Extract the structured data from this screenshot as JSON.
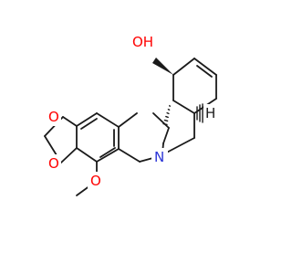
{
  "structure": {
    "atoms": {
      "oh": {
        "text": "OH",
        "color": "#ff0000"
      },
      "o_upper": {
        "text": "O",
        "color": "#ff0000"
      },
      "o_lower": {
        "text": "O",
        "color": "#ff0000"
      },
      "o_methoxy": {
        "text": "O",
        "color": "#ff0000"
      },
      "n": {
        "text": "N",
        "color": "#2b34d6"
      },
      "h": {
        "text": "H",
        "color": "#1a1a1a"
      }
    },
    "bond_color": "#1a1a1a"
  }
}
